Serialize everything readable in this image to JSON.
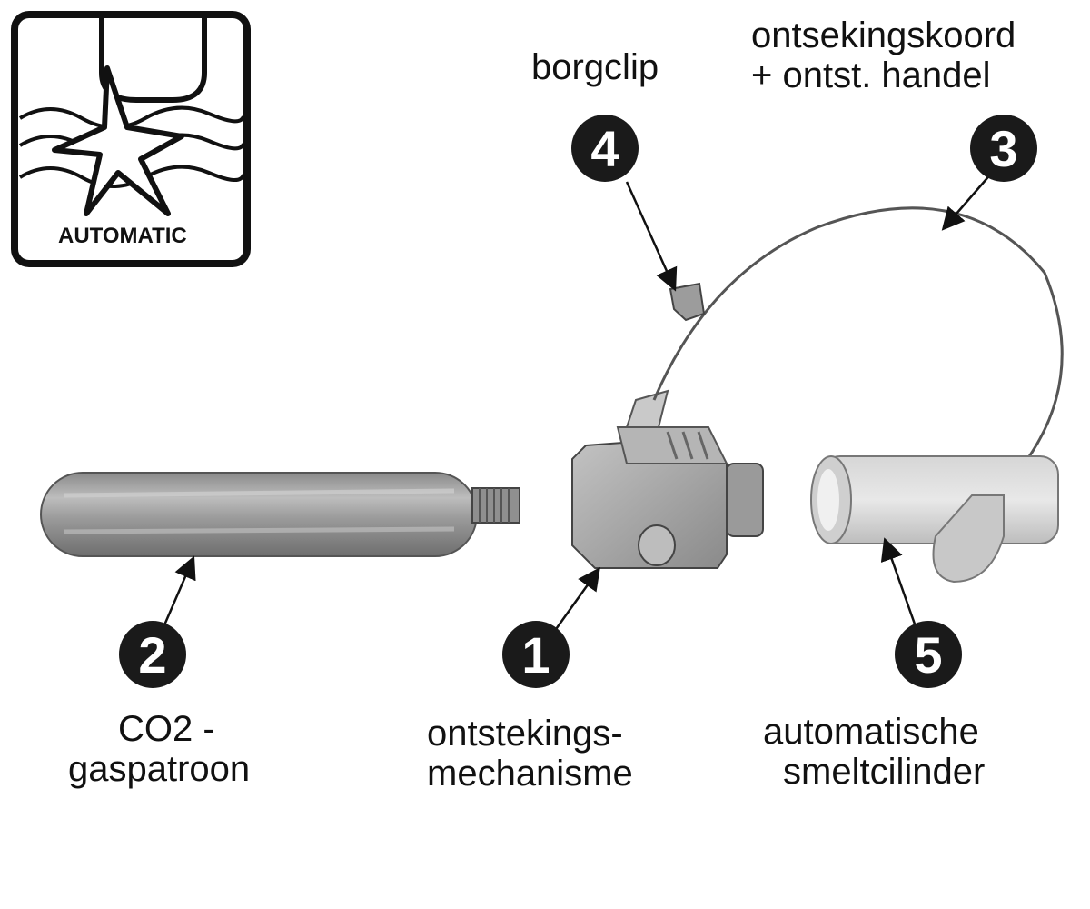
{
  "badge": {
    "text": "AUTOMATIC",
    "icon": "automatic-inflation-icon"
  },
  "parts": [
    {
      "number": "1",
      "label_lines": [
        "ontstekings-",
        "mechanisme"
      ]
    },
    {
      "number": "2",
      "label_lines": [
        "CO2 -",
        "gaspatroon"
      ]
    },
    {
      "number": "3",
      "label_lines": [
        "ontsekingskoord",
        "+ ontst. handel"
      ]
    },
    {
      "number": "4",
      "label_lines": [
        "borgclip"
      ]
    },
    {
      "number": "5",
      "label_lines": [
        "automatische",
        "smeltcilinder"
      ]
    }
  ],
  "colors": {
    "marker_fill": "#1a1a1a",
    "marker_text": "#ffffff",
    "part_gray": "#a8a8a8",
    "outline": "#111111"
  }
}
